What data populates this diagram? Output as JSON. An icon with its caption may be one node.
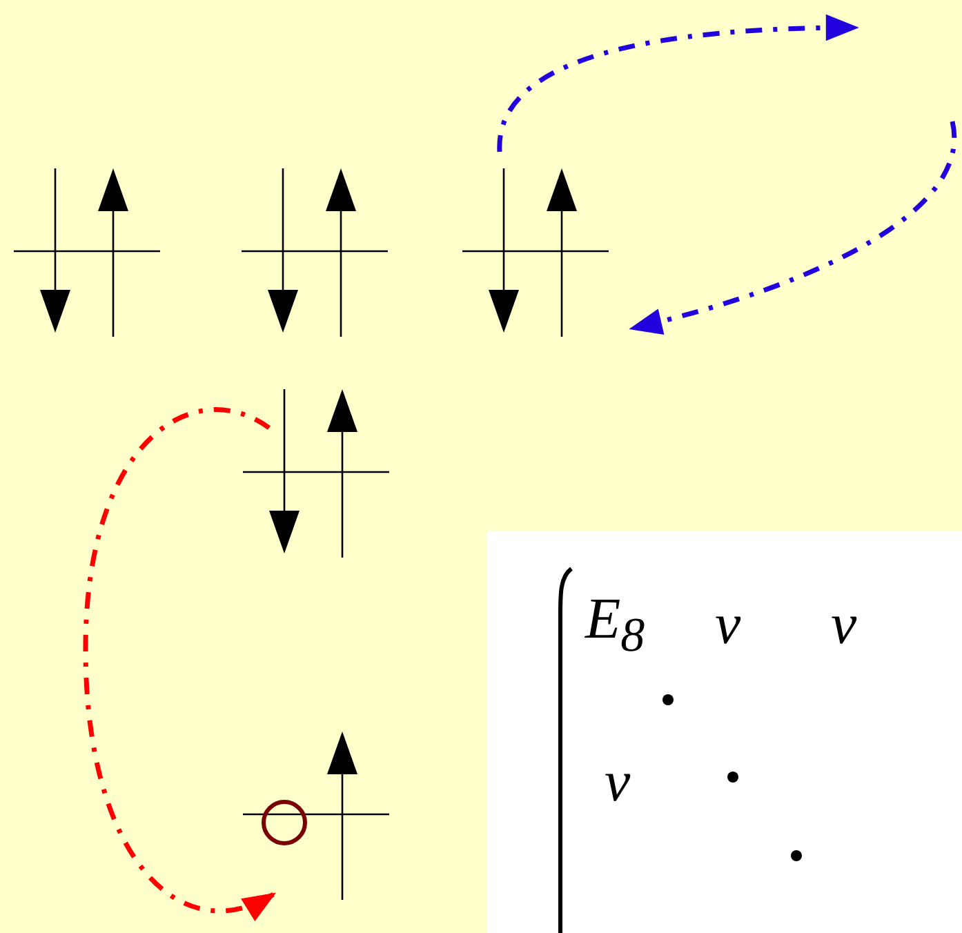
{
  "diagram": {
    "nodes": [
      {
        "text": [],
        "shape": "picture"
      },
      {
        "text": [],
        "shape": "picture"
      },
      {
        "text": [],
        "shape": "picture"
      },
      {
        "text": [],
        "shape": "picture"
      },
      {
        "text": [],
        "shape": "picture"
      }
    ],
    "edges": [
      {
        "from": 2,
        "to": null,
        "arrow": "to",
        "style": "dashed",
        "color": "#2200dd"
      },
      {
        "from": null,
        "to": 2,
        "arrow": "to",
        "style": "dashed",
        "color": "#2200dd"
      },
      {
        "from": 3,
        "to": 4,
        "arrow": "to",
        "style": "dashed",
        "color": "#ff0000"
      }
    ],
    "labels": [
      "E$_{8}$",
      "v",
      "v",
      "v"
    ]
  }
}
